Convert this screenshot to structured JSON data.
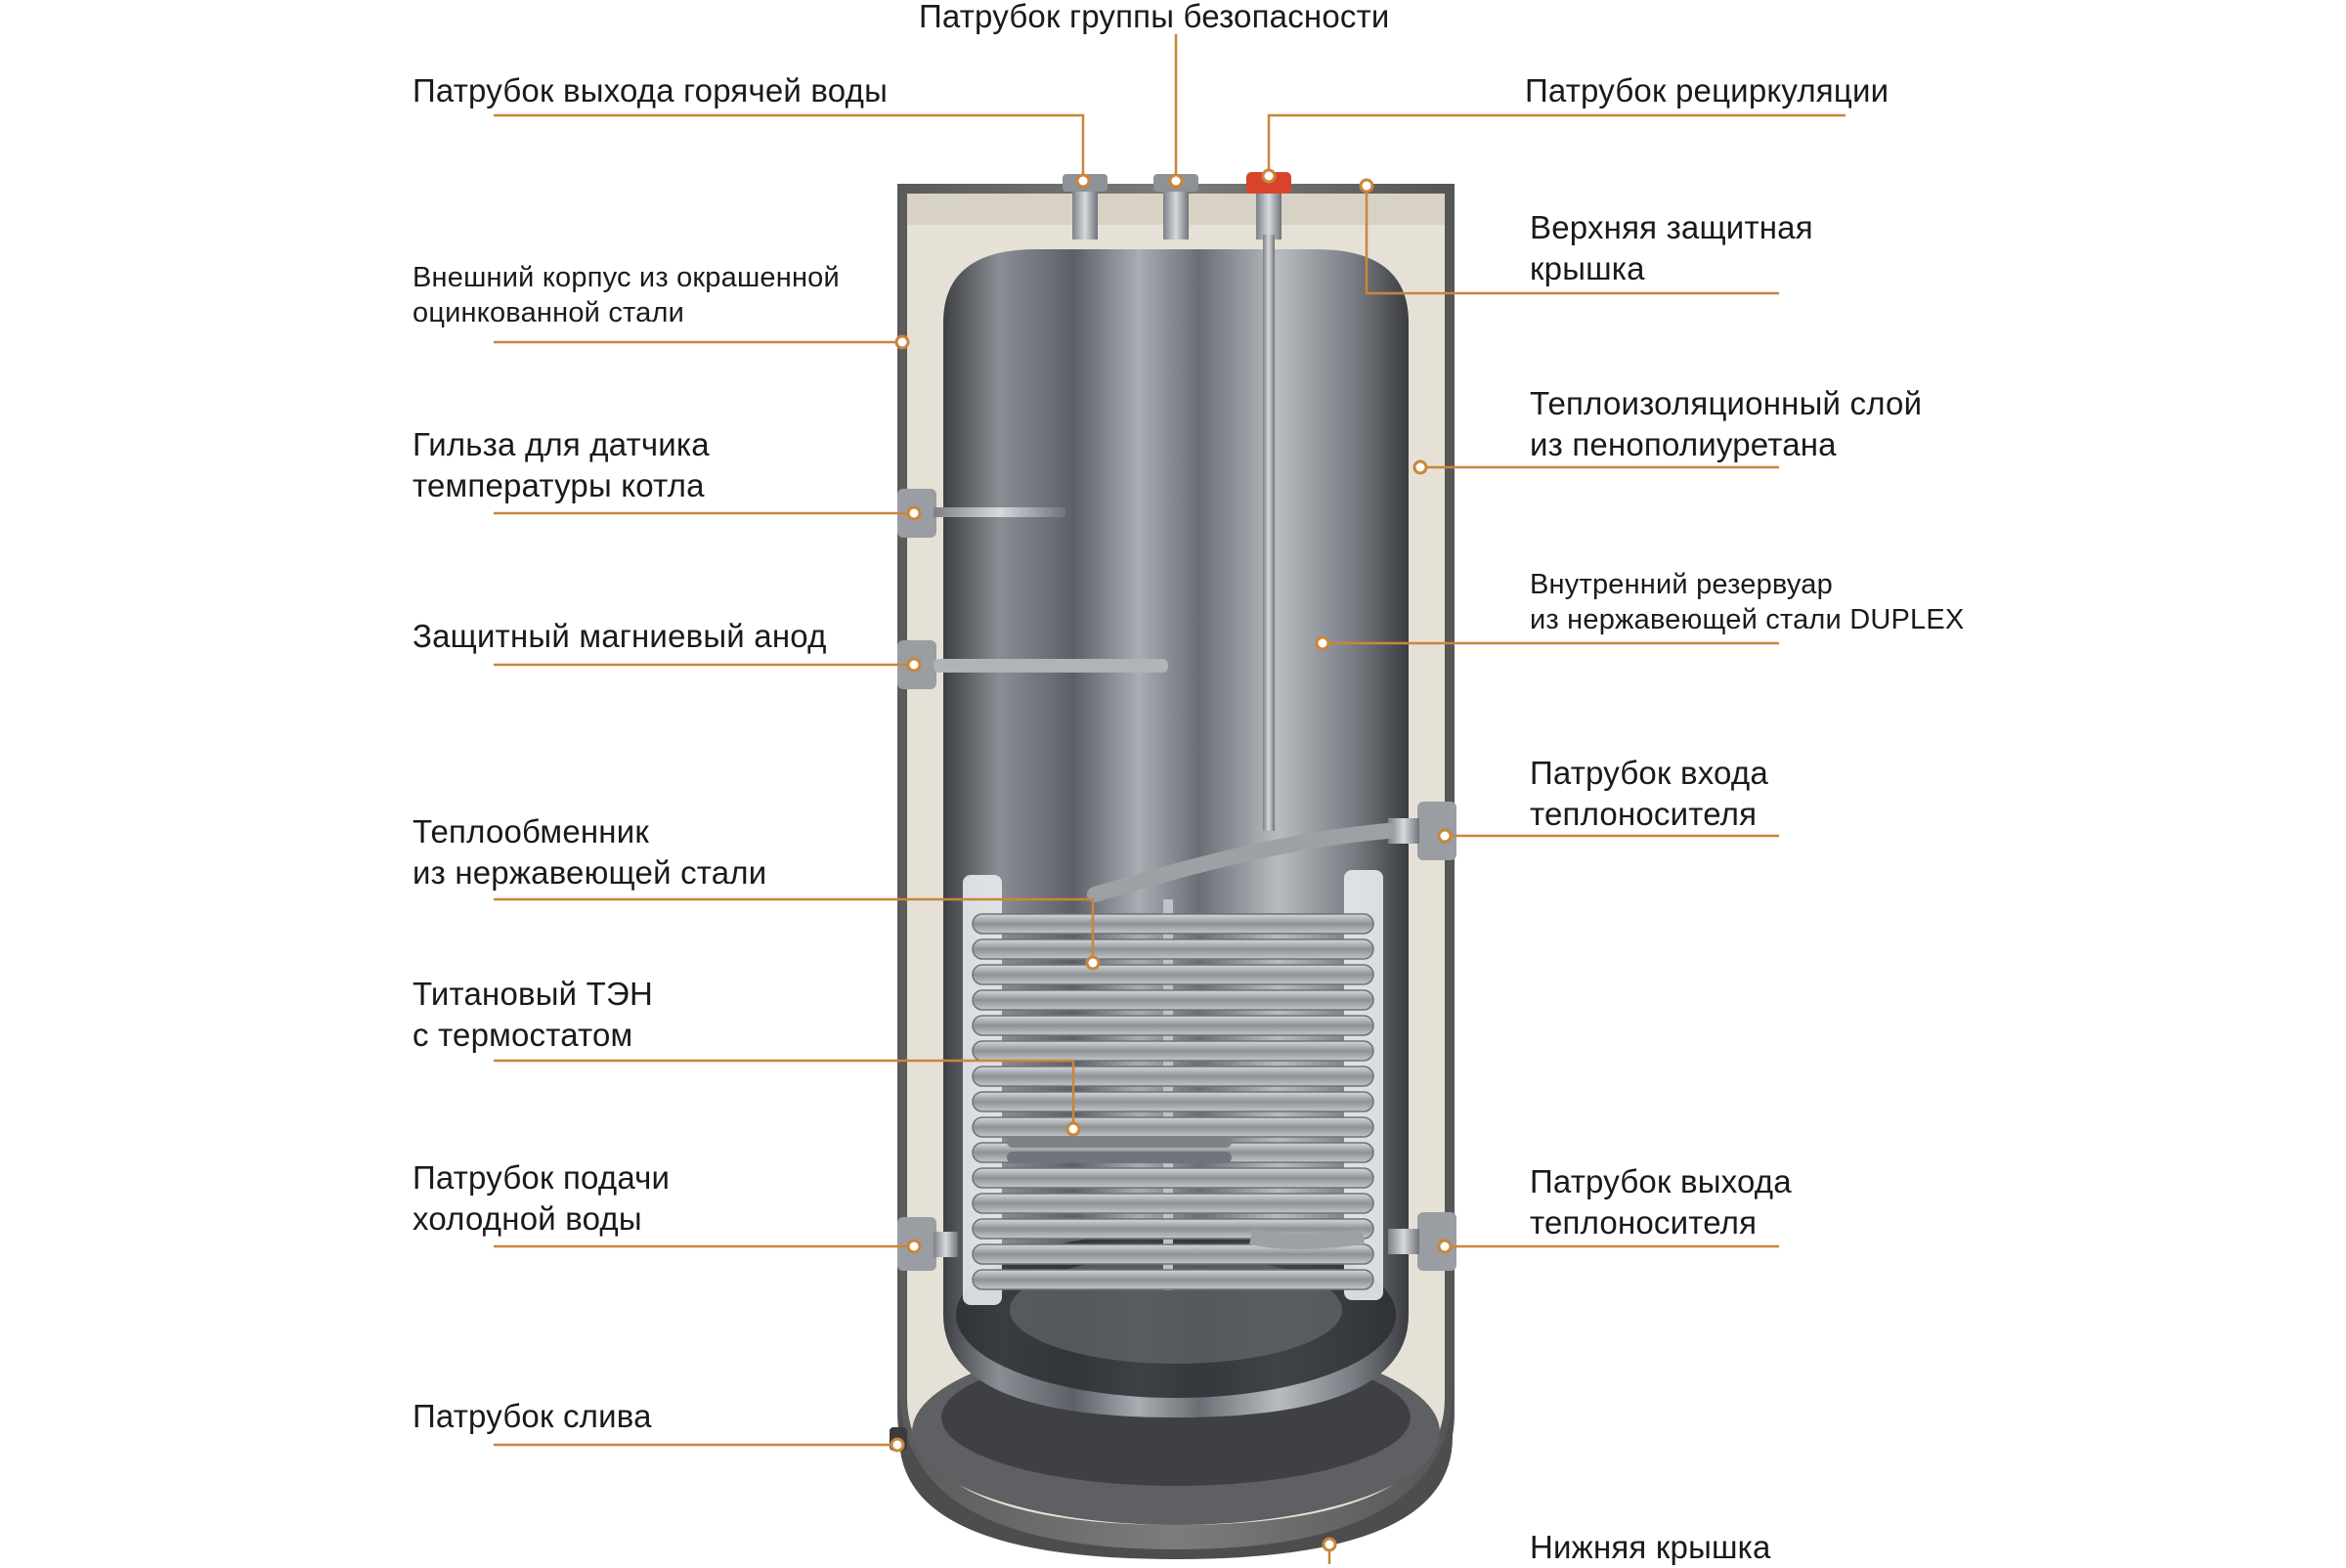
{
  "labels": {
    "safety_group": "Патрубок группы безопасности",
    "hot_water_outlet": "Патрубок выхода горячей воды",
    "recirculation": "Патрубок рециркуляции",
    "outer_casing": "Внешний корпус из окрашенной\nоцинкованной стали",
    "top_cover": "Верхняя защитная\nкрышка",
    "sensor_sleeve": "Гильза для датчика\nтемпературы котла",
    "insulation": "Теплоизоляционный слой\nиз пенополиуретана",
    "inner_tank": "Внутренний резервуар\nиз нержавеющей стали DUPLEX",
    "magnesium_anode": "Защитный магниевый анод",
    "heating_inlet": "Патрубок входа\nтеплоносителя",
    "heat_exchanger": "Теплообменник\nиз нержавеющей стали",
    "titanium_heater": "Титановый ТЭН\nс термостатом",
    "cold_water_inlet": "Патрубок подачи\nхолодной воды",
    "heating_outlet": "Патрубок выхода\nтеплоносителя",
    "drain": "Патрубок слива",
    "bottom_cover": "Нижняя крышка"
  },
  "colors": {
    "leader_line": "#c9863a",
    "casing": "#6e6e6e",
    "insulation": "#e6e1d6",
    "tank": "#8e9298",
    "recirculation_cap": "#d9432c"
  }
}
